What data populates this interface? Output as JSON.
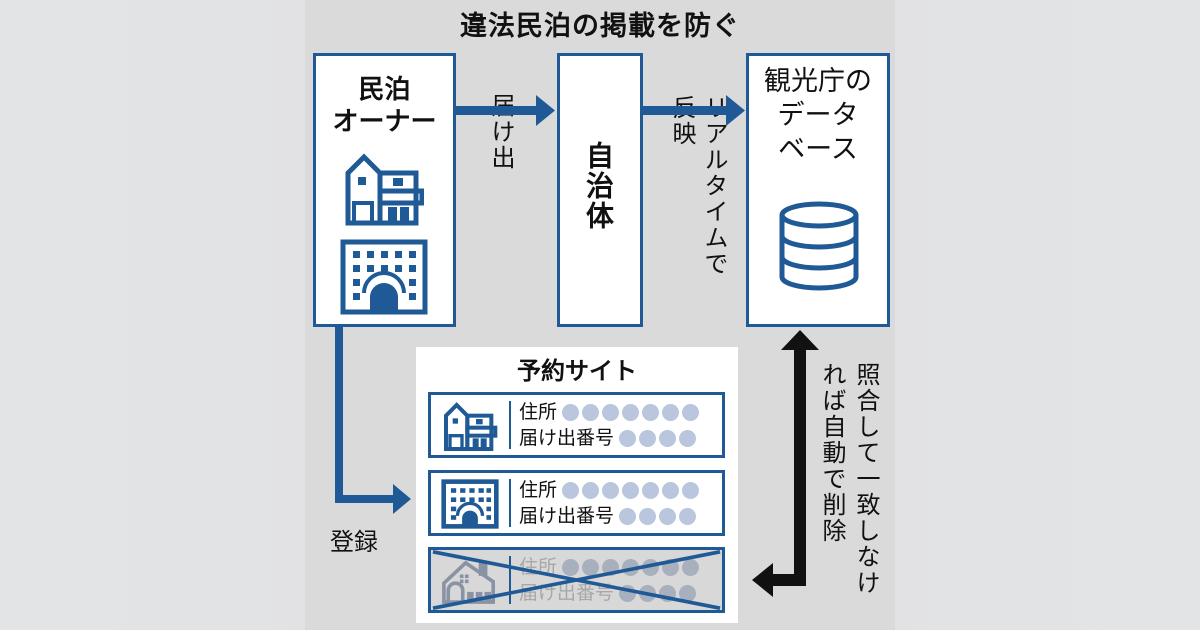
{
  "title": "違法民泊の掲載を防ぐ",
  "nodes": {
    "owner": {
      "label_line1": "民泊",
      "label_line2": "オーナー",
      "icons": [
        "house-icon",
        "apartment-building-icon"
      ]
    },
    "municipality": {
      "label": "自治体"
    },
    "database": {
      "label_line1": "観光庁の",
      "label_line2": "データ",
      "label_line3": "ベース",
      "icon": "database-icon"
    }
  },
  "edges": {
    "notify": {
      "label": "届け出"
    },
    "realtime": {
      "label_col1": "リアルタイムで",
      "label_col2": "反映"
    },
    "register": {
      "label": "登録"
    },
    "match_delete": {
      "label_col1": "照合して一致しなけ",
      "label_col2": "れば自動で削除"
    }
  },
  "booking_site": {
    "title": "予約サイト",
    "listings": [
      {
        "icon": "house-icon",
        "field1": "住所",
        "field2": "届け出番号",
        "field1_dots": 7,
        "field2_dots": 4,
        "status": "active"
      },
      {
        "icon": "apartment-building-icon",
        "field1": "住所",
        "field2": "届け出番号",
        "field1_dots": 7,
        "field2_dots": 4,
        "status": "active"
      },
      {
        "icon": "house-with-chimney-icon",
        "field1": "住所",
        "field2": "届け出番号",
        "field1_dots": 7,
        "field2_dots": 4,
        "status": "deleted"
      }
    ]
  },
  "colors": {
    "accent_blue": "#1f5a96",
    "arrow_black": "#111111",
    "dot_blue": "#b9c6dd",
    "panel_grey": "#dadada"
  }
}
